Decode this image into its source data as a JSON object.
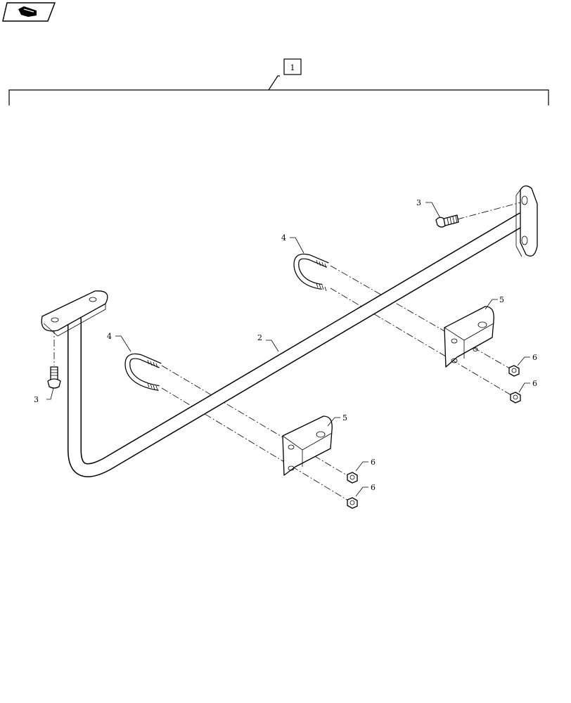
{
  "nav": {
    "icon": "hand-pointer-icon"
  },
  "assembly": {
    "label": "1"
  },
  "callouts": {
    "rod": "2",
    "bolt_top": "3",
    "bolt_left": "3",
    "ubolt_top": "4",
    "ubolt_left": "4",
    "bracket_top": "5",
    "bracket_left": "5",
    "nut_1": "6",
    "nut_2": "6",
    "nut_3": "6",
    "nut_4": "6"
  }
}
